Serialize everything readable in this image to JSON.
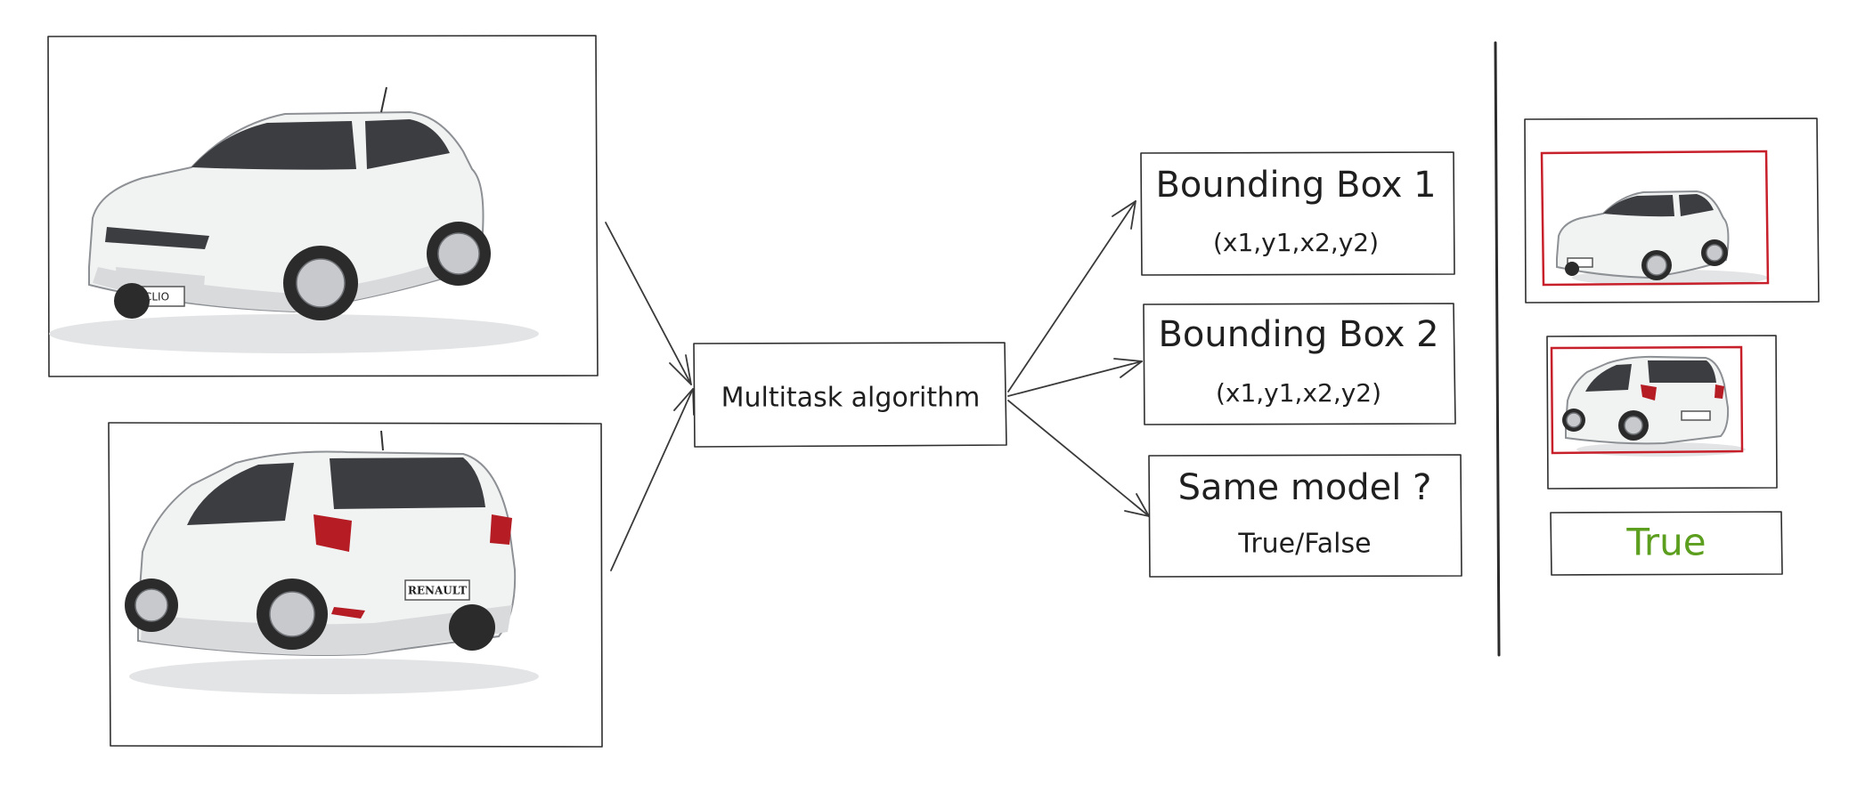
{
  "nodes": {
    "algorithm": {
      "label": "Multitask algorithm"
    },
    "bbox1": {
      "title": "Bounding Box 1",
      "coords": "(x1,y1,x2,y2)"
    },
    "bbox2": {
      "title": "Bounding Box 2",
      "coords": "(x1,y1,x2,y2)"
    },
    "same_model": {
      "title": "Same model ?",
      "answer": "True/False"
    }
  },
  "result": {
    "value": "True"
  },
  "images": {
    "car1_plate": "CLIO",
    "car2_plate": "RENAULT"
  },
  "colors": {
    "stroke": "#2e2e2e",
    "bbox": "#c8202b",
    "true_text": "#5c9e1e"
  }
}
